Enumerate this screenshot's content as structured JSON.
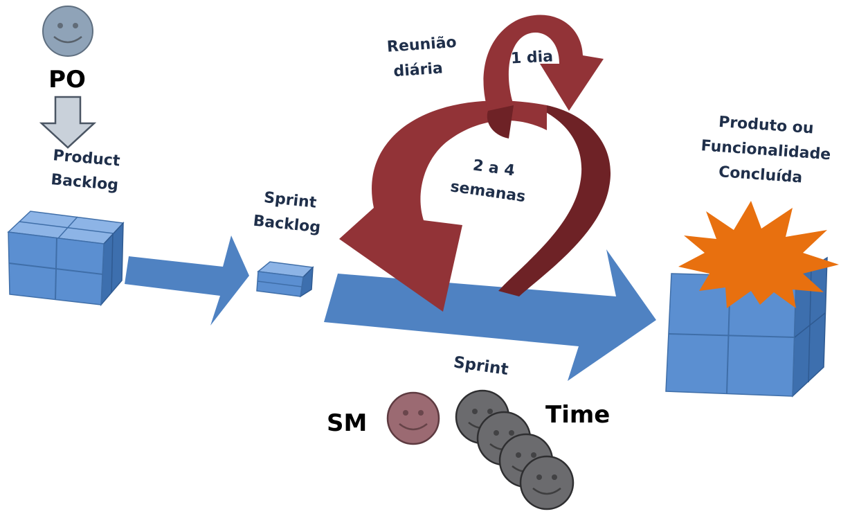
{
  "labels": {
    "po": "PO",
    "product_backlog_1": "Product",
    "product_backlog_2": "Backlog",
    "sprint_backlog_1": "Sprint",
    "sprint_backlog_2": "Backlog",
    "daily_1": "Reunião",
    "daily_2": "diária",
    "one_day": "1 dia",
    "weeks_1": "2 a 4",
    "weeks_2": "semanas",
    "sprint": "Sprint",
    "product_done_1": "Produto ou",
    "product_done_2": "Funcionalidade",
    "product_done_3": "Concluída",
    "sm": "SM",
    "team": "Time"
  },
  "colors": {
    "cube_blue": "#5b8fd1",
    "cube_dark": "#3d6fae",
    "cube_light": "#8db4e6",
    "arrow_blue": "#4f82c2",
    "loop_red": "#923337",
    "loop_dark": "#6e2226",
    "star_orange": "#e8700f",
    "po_face": "#8fa3b8",
    "sm_face": "#9b6a72",
    "team_face": "#6b6b6e",
    "down_arrow": "#c9d1da"
  }
}
